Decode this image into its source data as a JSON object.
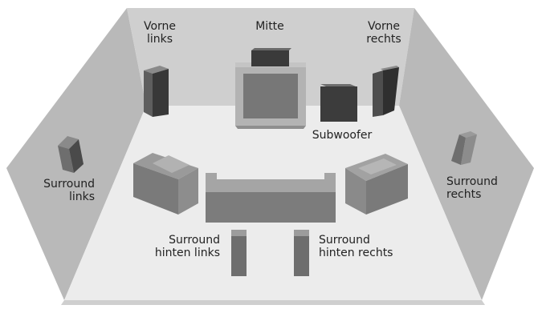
{
  "colors": {
    "wall_left": "#b9b9b9",
    "wall_back": "#cfcfcf",
    "wall_right": "#b9b9b9",
    "floor": "#ececec",
    "speaker_dark": "#3a3a3a",
    "speaker_mid": "#6e6e6e",
    "furniture": "#7f7f7f",
    "furniture_light": "#9e9e9e",
    "tv_frame": "#b3b3b3",
    "tv_screen": "#777777",
    "text": "#222222"
  },
  "labels": {
    "front_left": {
      "line1": "Vorne",
      "line2": "links"
    },
    "center": {
      "line1": "Mitte"
    },
    "front_right": {
      "line1": "Vorne",
      "line2": "rechts"
    },
    "subwoofer": {
      "line1": "Subwoofer"
    },
    "surround_left": {
      "line1": "Surround",
      "line2": "links"
    },
    "surround_right": {
      "line1": "Surround",
      "line2": "rechts"
    },
    "surround_back_left": {
      "line1": "Surround",
      "line2": "hinten links"
    },
    "surround_back_right": {
      "line1": "Surround",
      "line2": "hinten rechts"
    }
  }
}
